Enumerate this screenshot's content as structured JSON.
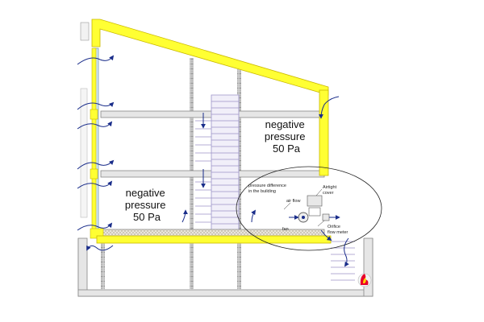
{
  "labels": {
    "pressure_upper": [
      "negative",
      "pressure",
      "50 Pa"
    ],
    "pressure_lower": [
      "negative",
      "pressure",
      "50 Pa"
    ],
    "callout_pressure_diff": [
      "pressure difference",
      "in the building"
    ],
    "callout_airflow": "air flow",
    "callout_fan": "fan",
    "callout_cover": [
      "Airtight",
      "cover"
    ],
    "callout_meter": [
      "Orifice",
      "flow meter"
    ]
  },
  "colors": {
    "insulation": "#FFFF33",
    "insulation_edge": "#C9B800",
    "wall": "#E6E6E6",
    "wall_edge": "#888888",
    "arrow": "#1A2D8A",
    "stair": "#B9B2D6",
    "logo_red": "#E8002A",
    "logo_yellow": "#FFD200"
  },
  "icons": {
    "logo": "energy-logo-icon",
    "fan": "fan-icon"
  }
}
